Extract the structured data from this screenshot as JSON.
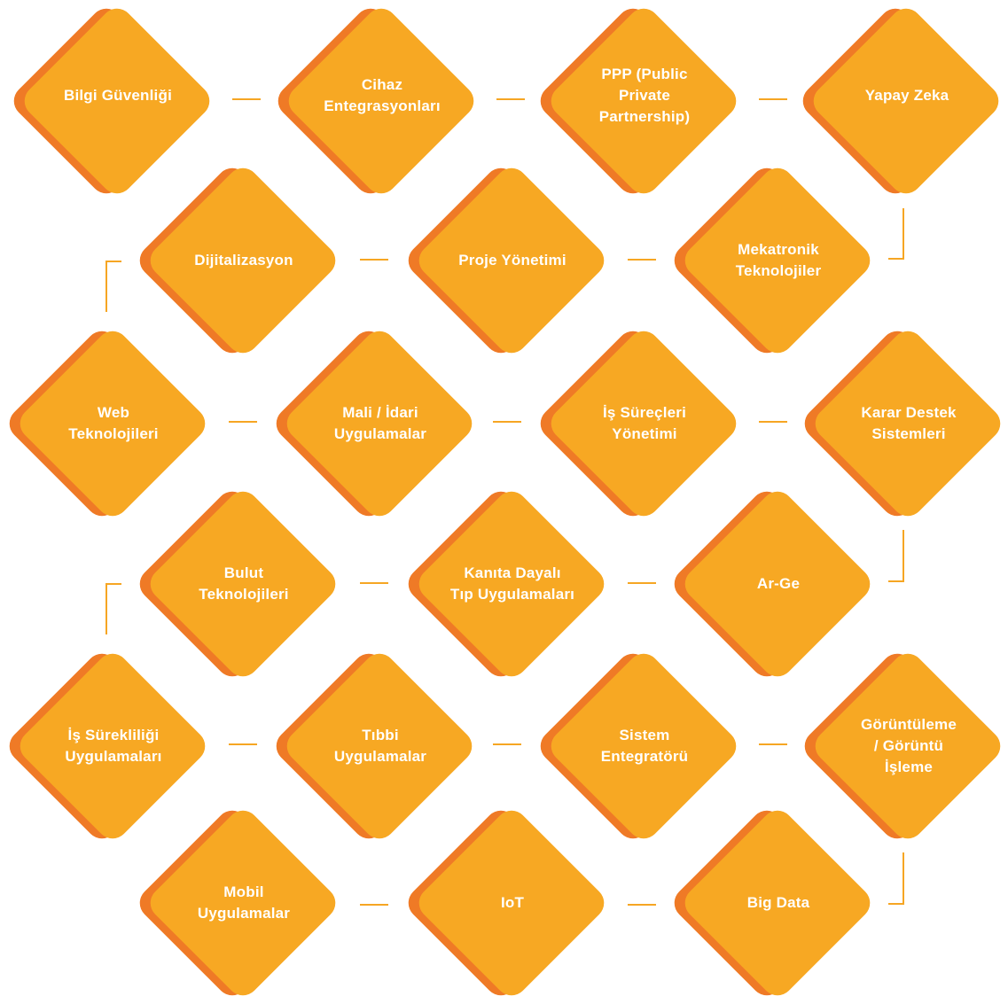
{
  "colors": {
    "tile_face": "#f7a823",
    "tile_shadow": "#ef7a26",
    "connector": "#f6a623",
    "label_text": "#ffffff"
  },
  "topics": [
    "Bilgi Güvenliği",
    "Cihaz\nEntegrasyonları",
    "PPP (Public\nPrivate\nPartnership)",
    "Yapay Zeka",
    "Dijitalizasyon",
    "Proje Yönetimi",
    "Mekatronik\nTeknolojiler",
    "Web\nTeknolojileri",
    "Mali / İdari\nUygulamalar",
    "İş Süreçleri\nYönetimi",
    "Karar Destek\nSistemleri",
    "Bulut\nTeknolojileri",
    "Kanıta Dayalı\nTıp Uygulamaları",
    "Ar-Ge",
    "İş Sürekliliği\nUygulamaları",
    "Tıbbi\nUygulamalar",
    "Sistem\nEntegratörü",
    "Görüntüleme\n/ Görüntü\nİşleme",
    "Mobil\nUygulamalar",
    "IoT",
    "Big Data"
  ]
}
